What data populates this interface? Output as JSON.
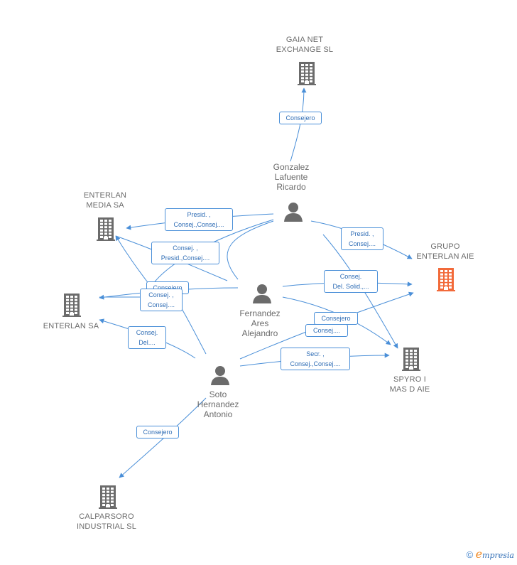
{
  "colors": {
    "edge": "#4a8fd8",
    "icon_default": "#6b6b6b",
    "icon_highlight": "#f26a3a",
    "brand": "#f08a24"
  },
  "nodes": {
    "gaia": {
      "label": "GAIA NET\nEXCHANGE SL",
      "type": "company"
    },
    "enterlan_media": {
      "label": "ENTERLAN\nMEDIA SA",
      "type": "company"
    },
    "grupo_enterlan": {
      "label": "GRUPO\nENTERLAN AIE",
      "type": "company",
      "highlight": true
    },
    "enterlan_sa": {
      "label": "ENTERLAN SA",
      "type": "company"
    },
    "spyro": {
      "label": "SPYRO I\nMAS D AIE",
      "type": "company"
    },
    "calparsoro": {
      "label": "CALPARSORO\nINDUSTRIAL SL",
      "type": "company"
    },
    "gonzalez": {
      "label": "Gonzalez\nLafuente\nRicardo",
      "type": "person"
    },
    "fernandez": {
      "label": "Fernandez\nAres\nAlejandro",
      "type": "person"
    },
    "soto": {
      "label": "Soto\nHernandez\nAntonio",
      "type": "person"
    }
  },
  "edge_labels": {
    "gonzalez_gaia": "Consejero",
    "gonzalez_media": "Presid. ,\nConsej.,Consej....",
    "gonzalez_grupo": "Presid. ,\nConsej....",
    "gonzalez_enterlan_sa": "Consej. ,\nPresid.,Consej....",
    "fernandez_media": "Consejero",
    "fernandez_enterlan_sa": "Consej. ,\nConsej....",
    "fernandez_grupo": "Consej.\nDel. Solid.,...",
    "fernandez_spyro": "Consejero",
    "soto_grupo": "Consej....",
    "soto_enterlan_sa": "Consej.\nDel....",
    "soto_spyro": "Secr. ,\nConsej.,Consej....",
    "soto_calparsoro": "Consejero"
  },
  "footer": {
    "copyright": "©",
    "brand_letter": "e",
    "brand_rest": "mpresia"
  }
}
